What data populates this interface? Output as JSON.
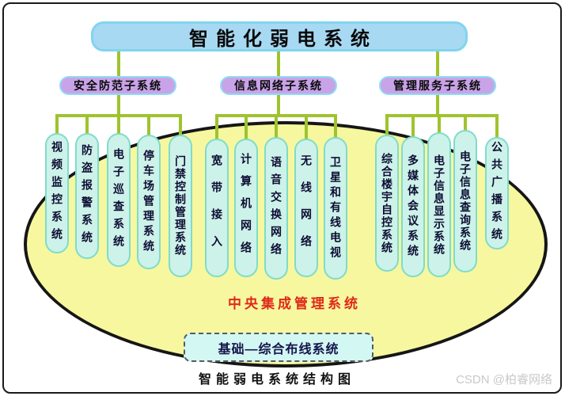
{
  "diagram": {
    "title": "智能化弱电系统",
    "central_system": "中央集成管理系统",
    "foundation": "基础—综合布线系统",
    "caption": "智能弱电系统结构图",
    "watermark": "CSDN @柏睿网络",
    "groups": [
      {
        "name": "安全防范子系统",
        "items": [
          "视频监控系统",
          "防盗报警系统",
          "电子巡查系统",
          "停车场管理系统",
          "门禁控制管理系统"
        ]
      },
      {
        "name": "信息网络子系统",
        "items": [
          "宽带接入",
          "计算机网络",
          "语音交换网络",
          "无线网络",
          "卫星和有线电视"
        ]
      },
      {
        "name": "管理服务子系统",
        "items": [
          "综合楼宇自控系统",
          "多媒体会议系统",
          "电子信息显示系统",
          "电子信息查询系统",
          "公共广播系统"
        ]
      }
    ],
    "colors": {
      "title_fill": "#a7d9f2",
      "title_border": "#82d4ef",
      "group_fill": "#c9a3e8",
      "group_border": "#8edcf4",
      "pill_fill": "#cdf2e9",
      "pill_border": "#7fdcca",
      "connector_green": "#9fc32e",
      "ellipse_fill": "#f6f79f",
      "ellipse_border": "#161616",
      "central_text_red": "#e02818",
      "foundation_fill": "#d3f7f3",
      "watermark_gray": "#c9c9c9"
    }
  }
}
